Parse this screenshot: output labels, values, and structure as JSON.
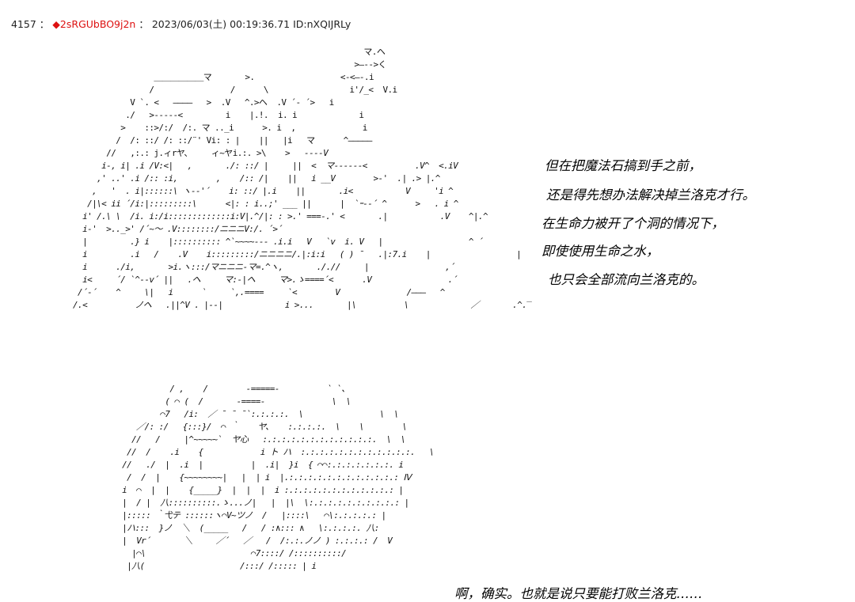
{
  "post": {
    "number": "4157",
    "separator": "：",
    "diamond": "◆",
    "trip": "2sRGUbBO9j2n",
    "separator2": "：",
    "datetime": "2023/06/03(土) 00:19:36.71",
    "id": "ID:nXQIJRLy"
  },
  "colors": {
    "trip": "#dd1111",
    "text": "#000000",
    "background": "#ffffff"
  },
  "lines": [
    "但在把魔法石搞到手之前，",
    "还是得先想办法解决掉兰洛克才行。",
    "在生命力被开了个洞的情况下，",
    "即使使用生命之水，",
    "也只会全部流向兰洛克的。",
    "啊，确实。也就是说只要能打败兰洛克……"
  ]
}
